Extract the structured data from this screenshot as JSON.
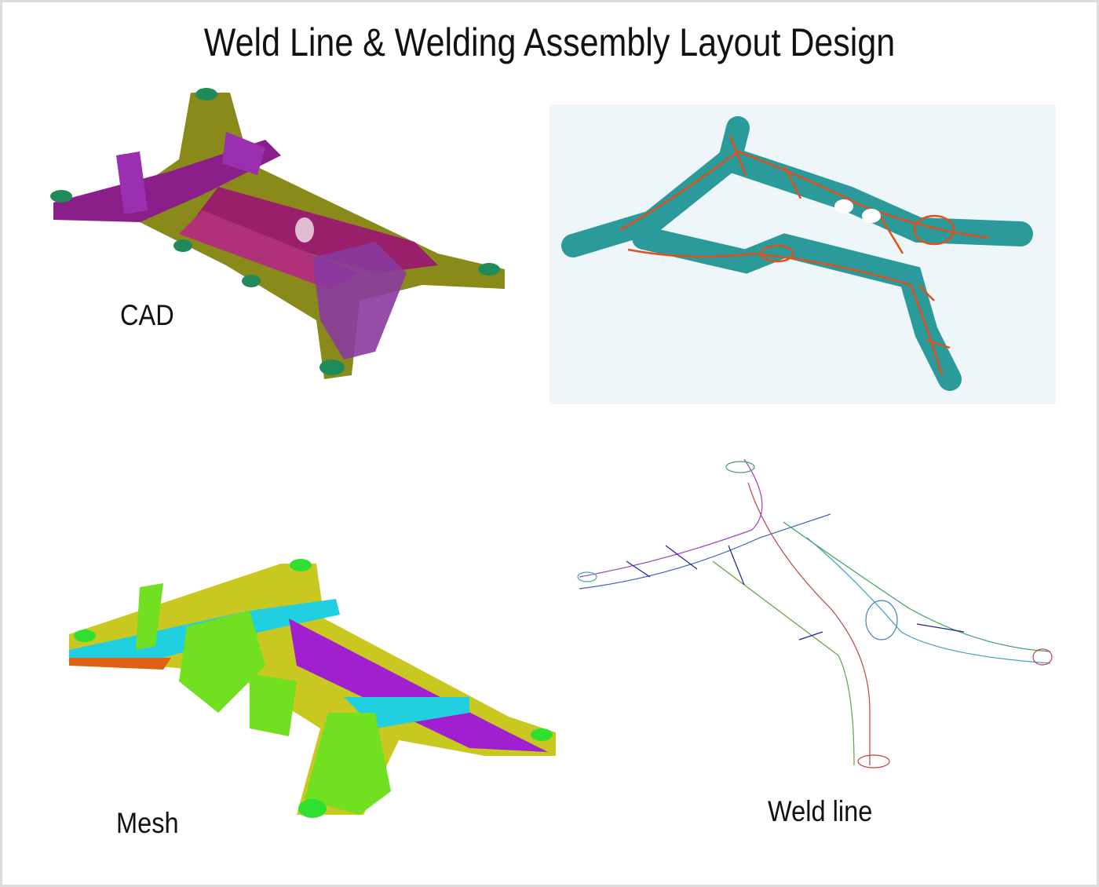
{
  "title": "Weld Line & Welding Assembly Layout Design",
  "panels": [
    {
      "label": "CAD"
    },
    {
      "label": ""
    },
    {
      "label": "Mesh"
    },
    {
      "label": "Weld line"
    }
  ],
  "colors": {
    "cad_purple": "#8a1f8a",
    "cad_olive": "#8a8a1a",
    "cad_green": "#1f8a5a",
    "weld_teal": "#2a9a9a",
    "weld_orange": "#e0501a",
    "weld_bg": "#eef6fa",
    "mesh_cyan": "#20d0e0",
    "mesh_purple": "#a020d0",
    "mesh_green": "#70e020",
    "mesh_yellow": "#c8c820",
    "mesh_orange": "#e06010"
  }
}
